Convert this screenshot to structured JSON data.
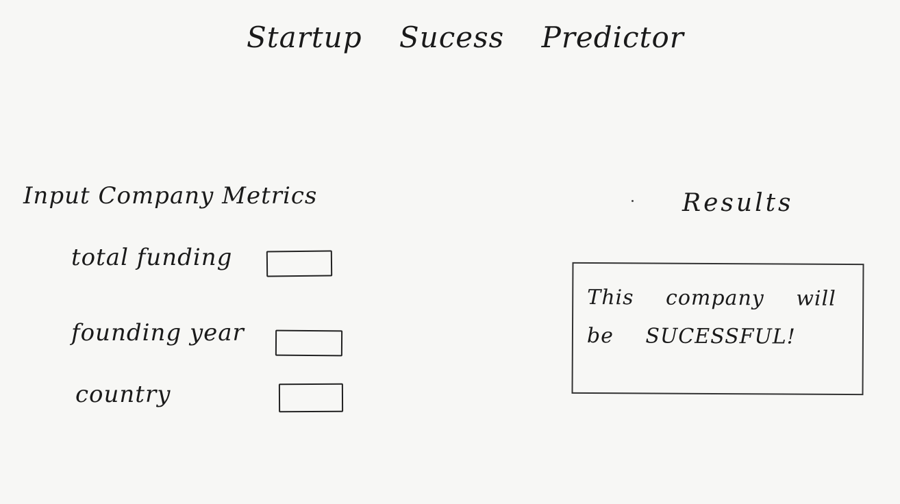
{
  "app": {
    "title": "Startup Sucess Predictor"
  },
  "input_section": {
    "title": "Input Company Metrics",
    "fields": [
      {
        "label": "total funding",
        "value": ""
      },
      {
        "label": "founding year",
        "value": ""
      },
      {
        "label": "country",
        "value": ""
      }
    ]
  },
  "results_section": {
    "title": "Results",
    "message": "This company will be SUCESSFUL!"
  }
}
